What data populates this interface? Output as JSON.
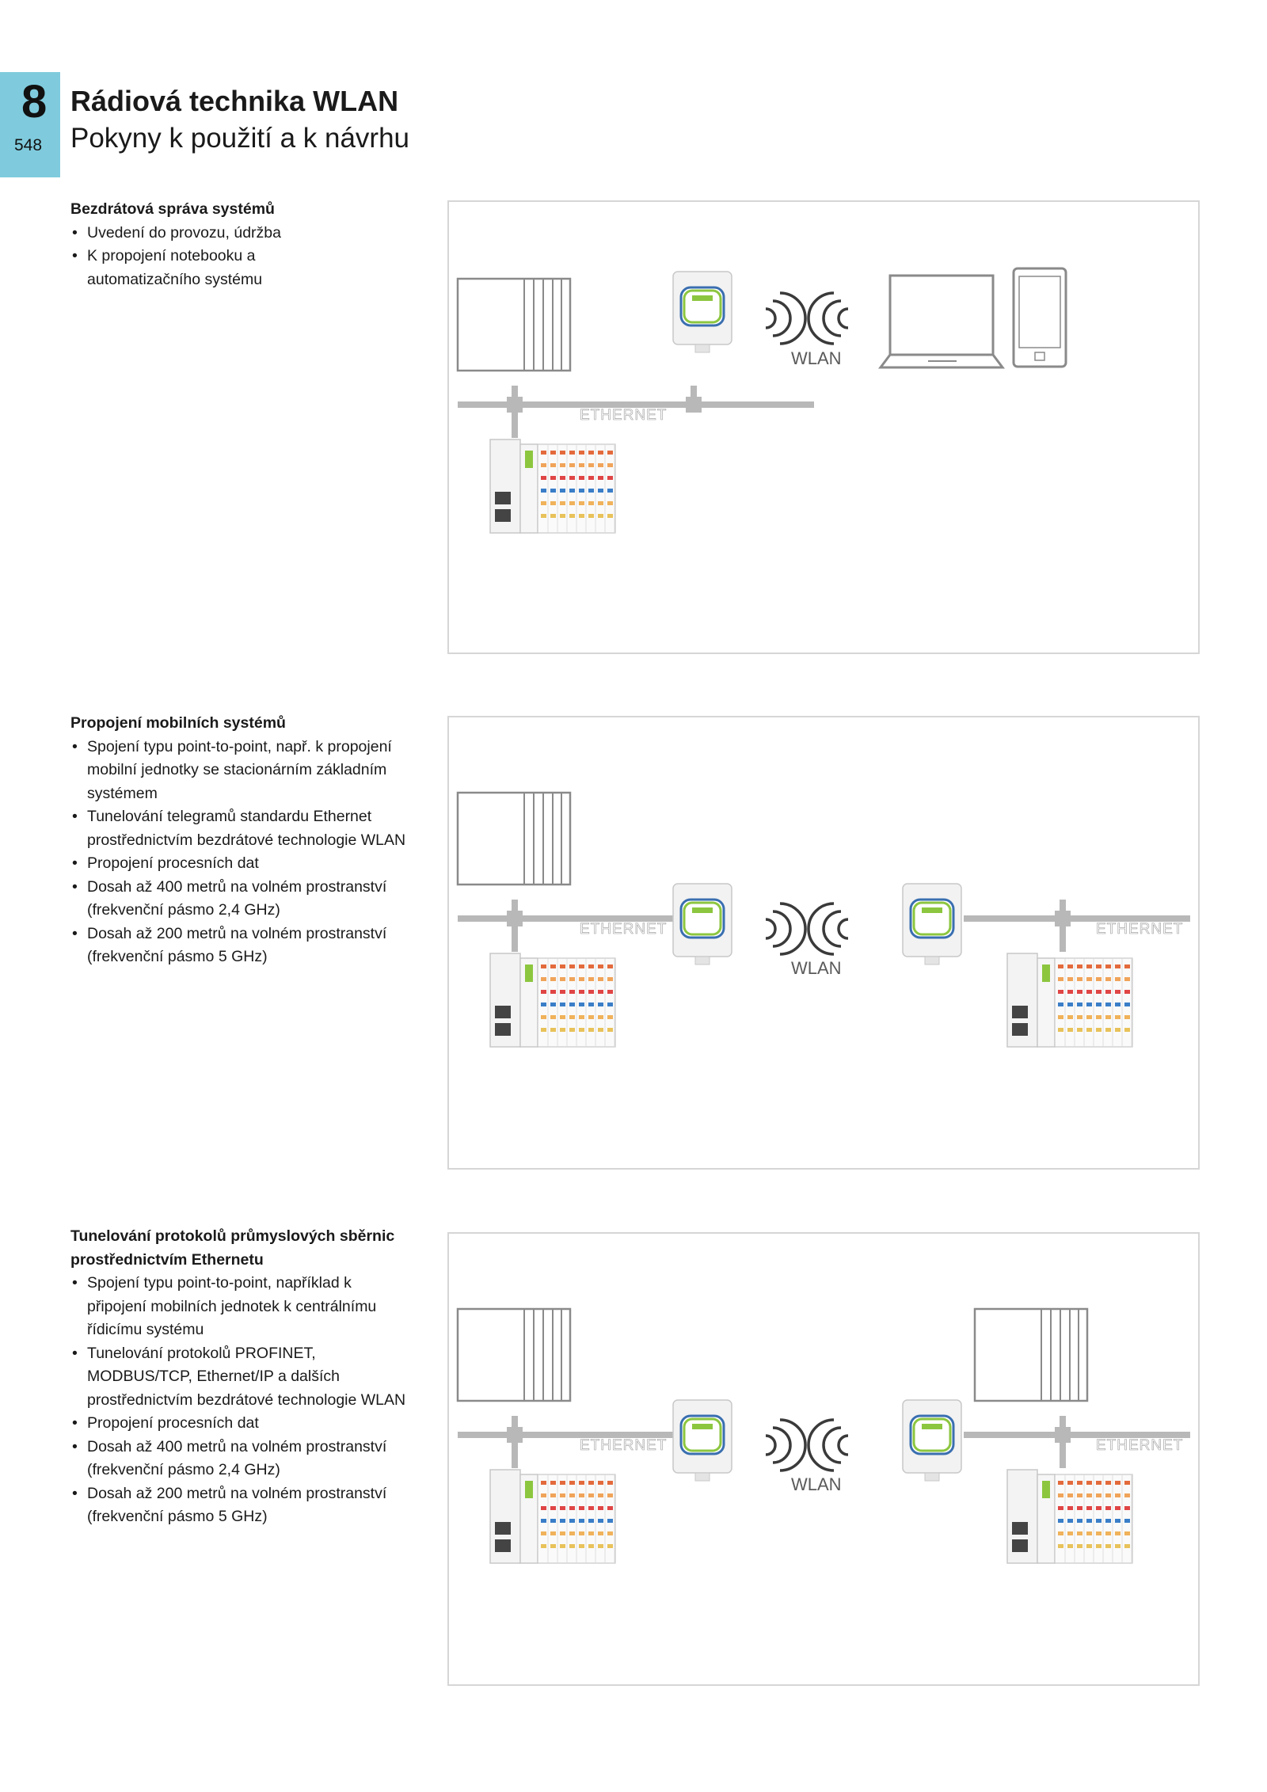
{
  "header": {
    "chapter": "8",
    "page": "548",
    "title": "Rádiová technika WLAN",
    "subtitle": "Pokyny k použití a k návrhu"
  },
  "colors": {
    "tab": "#7fcbdd",
    "ethernet_line": "#b8b8b8",
    "module_green": "#8cc63f",
    "module_blue": "#3a6fb0"
  },
  "sections": [
    {
      "heading": "Bezdrátová správa systémů",
      "bullets": [
        "Uvedení do provozu, údržba",
        "K propojení notebooku a automatizačního systému"
      ],
      "diagram": {
        "ethernet_left": "ETHERNET",
        "wlan": "WLAN"
      }
    },
    {
      "heading": "Propojení mobilních systémů",
      "bullets": [
        "Spojení typu point-to-point, např. k propojení mobilní jednotky se stacionárním základním systémem",
        "Tunelování telegramů standardu Ethernet prostřednictvím bezdrátové technologie WLAN",
        "Propojení procesních dat",
        "Dosah až 400 metrů na volném prostranství (frekvenční pásmo 2,4 GHz)",
        "Dosah až 200 metrů na volném prostranství (frekvenční pásmo 5 GHz)"
      ],
      "diagram": {
        "ethernet_left": "ETHERNET",
        "wlan": "WLAN",
        "ethernet_right": "ETHERNET"
      }
    },
    {
      "heading": "Tunelování protokolů průmyslových sběrnic prostřednictvím Ethernetu",
      "bullets": [
        "Spojení typu point-to-point, například k připojení mobilních jednotek k centrálnímu řídicímu systému",
        "Tunelování protokolů PROFINET, MODBUS/TCP, Ethernet/IP a dalších prostřednictvím bezdrátové technologie WLAN",
        "Propojení procesních dat",
        "Dosah až 400 metrů na volném prostranství (frekvenční pásmo 2,4 GHz)",
        "Dosah až 200 metrů na volném prostranství (frekvenční pásmo 5 GHz)"
      ],
      "diagram": {
        "ethernet_left": "ETHERNET",
        "wlan": "WLAN",
        "ethernet_right": "ETHERNET"
      }
    }
  ]
}
